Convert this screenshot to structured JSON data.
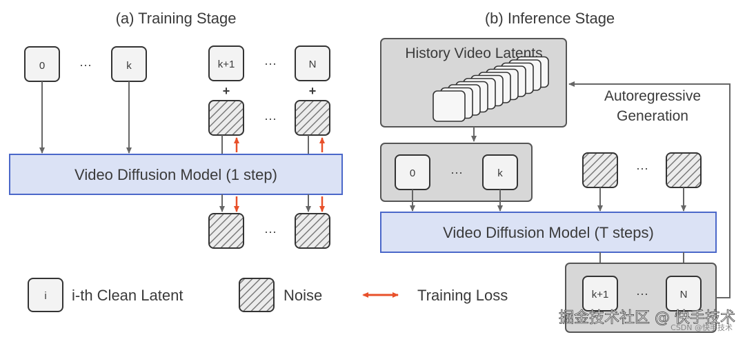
{
  "training": {
    "title": "(a) Training Stage",
    "clean_labels": [
      "0",
      "k"
    ],
    "noisy_labels": [
      "k+1",
      "N"
    ],
    "dots": "···",
    "plus": "+",
    "model_label": "Video Diffusion Model (1 step)"
  },
  "inference": {
    "title": "(b) Inference Stage",
    "history_label": "History Video Latents",
    "context_labels": [
      "0",
      "k"
    ],
    "output_labels": [
      "k+1",
      "N"
    ],
    "dots": "···",
    "model_label": "Video Diffusion Model (T steps)",
    "autoregressive_line1": "Autoregressive",
    "autoregressive_line2": "Generation"
  },
  "legend": {
    "clean_symbol": "i",
    "clean_label": "i-th Clean Latent",
    "noise_label": "Noise",
    "loss_label": "Training Loss"
  },
  "watermark": "掘金技术社区 @ 快手技术",
  "watermark_small": "CSDN @快手技术",
  "colors": {
    "model_fill": "#dbe2f5",
    "model_stroke": "#4a67c9",
    "group_fill": "#d7d7d7",
    "loss_arrow": "#e8502a",
    "arrow": "#666666"
  }
}
